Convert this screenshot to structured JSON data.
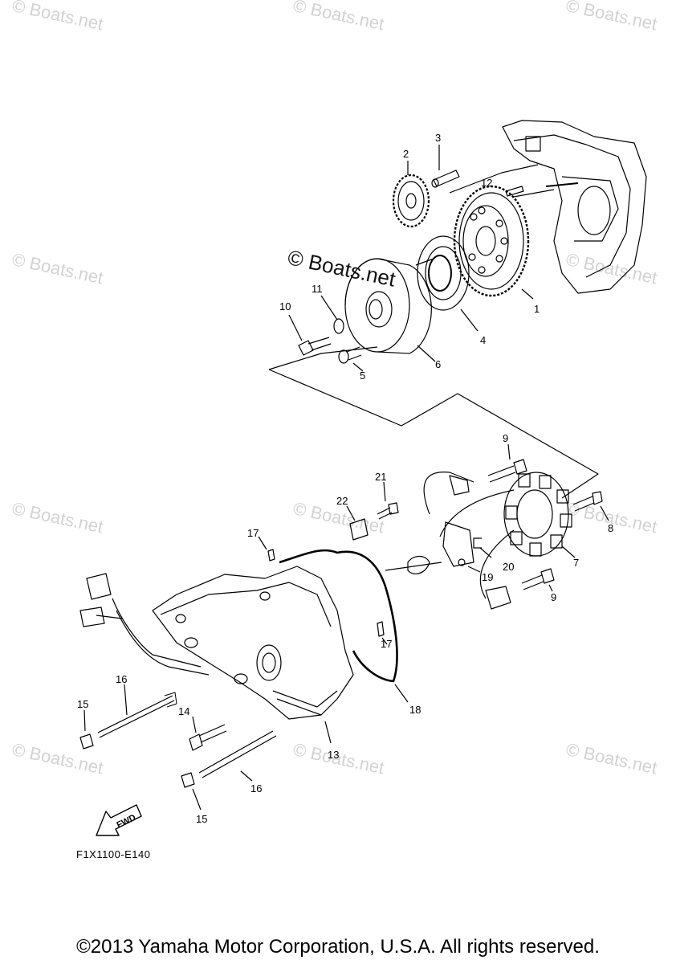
{
  "watermark": "© Boats.net",
  "center_watermark": "© Boats.net",
  "diagram_code": "F1X1100-E140",
  "fwd_label": "FWD",
  "copyright": "©2013 Yamaha Motor Corporation, U.S.A. All rights reserved.",
  "callouts": {
    "c1": "1",
    "c2": "2",
    "c3": "3",
    "c4": "4",
    "c5": "5",
    "c6": "6",
    "c7": "7",
    "c8": "8",
    "c9a": "9",
    "c9b": "9",
    "c10": "10",
    "c11": "11",
    "c12": "12",
    "c13": "13",
    "c14": "14",
    "c15a": "15",
    "c15b": "15",
    "c16a": "16",
    "c16b": "16",
    "c17a": "17",
    "c17b": "17",
    "c18": "18",
    "c19": "19",
    "c20": "20",
    "c21": "21",
    "c22": "22"
  }
}
